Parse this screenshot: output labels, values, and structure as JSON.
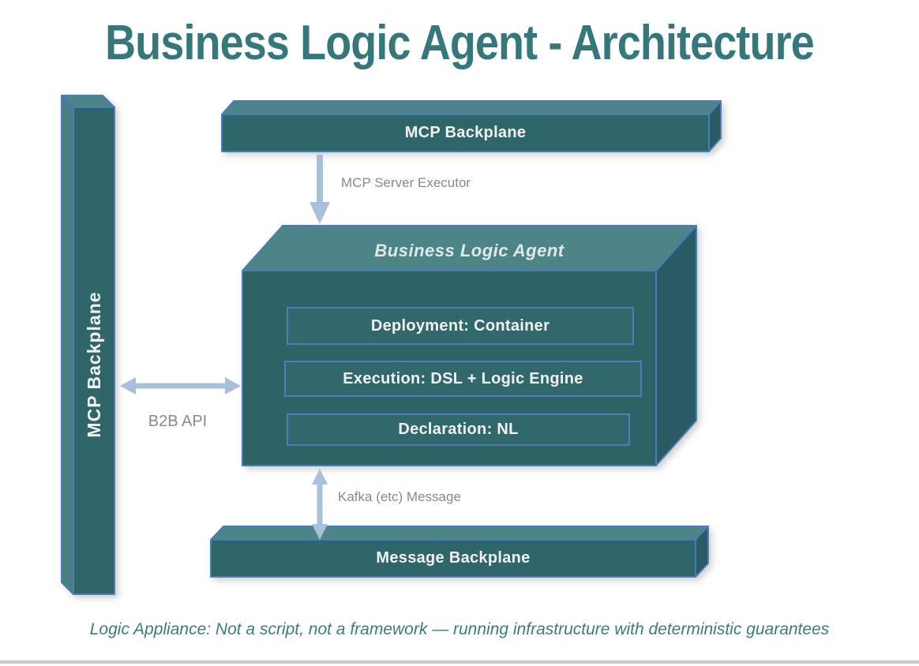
{
  "title": "Business Logic Agent - Architecture",
  "caption": "Logic Appliance: Not a script, not a framework — running infrastructure with deterministic guarantees",
  "nodes": {
    "mcp_backplane_top": {
      "label": "MCP Backplane"
    },
    "mcp_backplane_left": {
      "label": "MCP Backplane"
    },
    "business_logic_agent": {
      "label": "Business Logic Agent",
      "components": [
        "Deployment: Container",
        "Execution: DSL + Logic Engine",
        "Declaration: NL"
      ]
    },
    "message_backplane": {
      "label": "Message Backplane"
    }
  },
  "connections": {
    "mcp_server_executor": {
      "label": "MCP Server Executor"
    },
    "b2b_api": {
      "label": "B2B API"
    },
    "kafka_message": {
      "label": "Kafka (etc) Message"
    }
  },
  "colors": {
    "accent_teal": "#35787B",
    "face_front": "#2F6669",
    "face_top": "#4D8487",
    "face_side_dark": "#2A5A64",
    "face_side_light": "#4A7F83",
    "shape_border_blue": "#4A7CB9",
    "arrow": "#A9C0DC",
    "label_gray": "#8A8A8A",
    "text_white": "#F2F2F2",
    "bottom_rule_gray": "#C9C9C9"
  }
}
